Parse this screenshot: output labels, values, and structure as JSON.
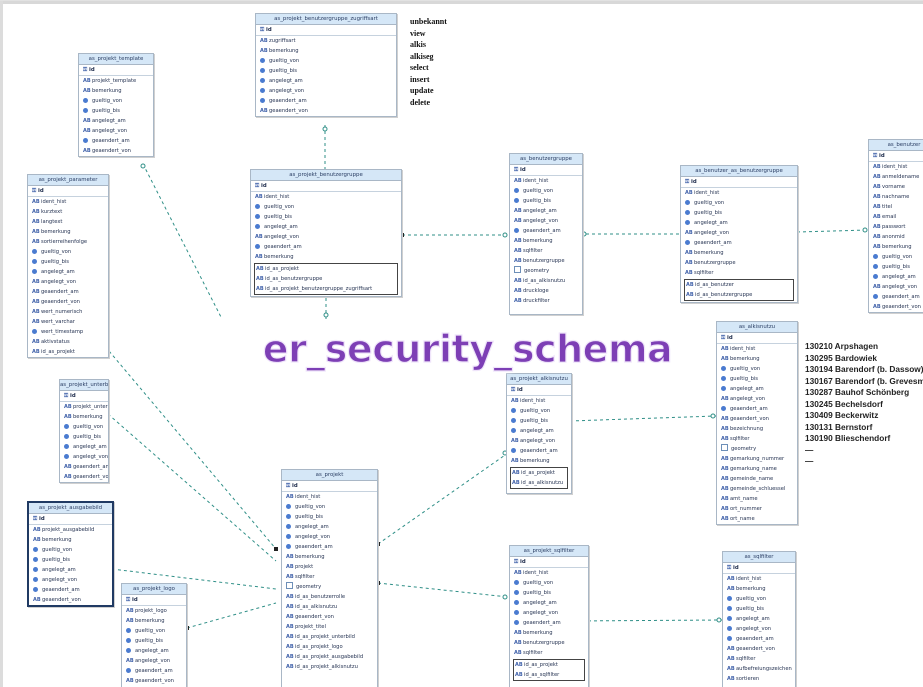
{
  "title": "er_security_schema",
  "permissions": [
    "unbekannt",
    "view",
    "alkis",
    "alkiseg",
    "select",
    "insert",
    "update",
    "delete"
  ],
  "places": [
    "130210 Arpshagen",
    "130295 Bardowiek",
    "130194 Barendorf (b. Dassow)",
    "130167 Barendorf (b. Grevesm",
    "130287 Bauhof Schönberg",
    "130245 Bechelsdorf",
    "130409 Beckerwitz",
    "130131 Bernstorf",
    "130190 Blieschendorf",
    "—",
    "—"
  ],
  "colors": {
    "title": "#7d3fb5",
    "entity_header": "#d5e7f7",
    "entity_border": "#a9b7c6",
    "link": "#2f8f87"
  },
  "entities": [
    {
      "name": "as_projekt_benutzergruppe_zugriffsart",
      "pk": "id",
      "fields": [
        [
          "sc",
          "zugriffsart"
        ],
        [
          "sc",
          "bemerkung"
        ],
        [
          "c",
          "gueltig_von"
        ],
        [
          "c",
          "gueltig_bis"
        ],
        [
          "c",
          "angelegt_am"
        ],
        [
          "c",
          "angelegt_von"
        ],
        [
          "c",
          "geaendert_am"
        ],
        [
          "sc",
          "geaendert_von"
        ]
      ],
      "fk": []
    },
    {
      "name": "as_projekt_template",
      "pk": "id",
      "fields": [
        [
          "sc",
          "projekt_template"
        ],
        [
          "sc",
          "bemerkung"
        ],
        [
          "c",
          "gueltig_von"
        ],
        [
          "c",
          "gueltig_bis"
        ],
        [
          "sc",
          "angelegt_am"
        ],
        [
          "sc",
          "angelegt_von"
        ],
        [
          "c",
          "geaendert_am"
        ],
        [
          "sc",
          "geaendert_von"
        ]
      ],
      "fk": []
    },
    {
      "name": "as_projekt_parameter",
      "pk": "id",
      "fields": [
        [
          "sc",
          "ident_hist"
        ],
        [
          "sc",
          "kurztext"
        ],
        [
          "sc",
          "langtext"
        ],
        [
          "sc",
          "bemerkung"
        ],
        [
          "sc",
          "sortierreihenfolge"
        ],
        [
          "c",
          "gueltig_von"
        ],
        [
          "c",
          "gueltig_bis"
        ],
        [
          "c",
          "angelegt_am"
        ],
        [
          "sc",
          "angelegt_von"
        ],
        [
          "sc",
          "geaendert_am"
        ],
        [
          "sc",
          "geaendert_von"
        ],
        [
          "sc",
          "wert_numerisch"
        ],
        [
          "sc",
          "wert_varchar"
        ],
        [
          "c",
          "wert_timestamp"
        ],
        [
          "sc",
          "aktivstatus"
        ],
        [
          "sc",
          "id_as_projekt"
        ]
      ],
      "fk": []
    },
    {
      "name": "as_projekt_benutzergruppe",
      "pk": "id",
      "fields": [
        [
          "sc",
          "ident_hist"
        ],
        [
          "c",
          "gueltig_von"
        ],
        [
          "c",
          "gueltig_bis"
        ],
        [
          "c",
          "angelegt_am"
        ],
        [
          "sc",
          "angelegt_von"
        ],
        [
          "c",
          "geaendert_am"
        ],
        [
          "sc",
          "bemerkung"
        ]
      ],
      "fk": [
        [
          "sc",
          "id_as_projekt"
        ],
        [
          "sc",
          "id_as_benutzergruppe"
        ],
        [
          "sc",
          "id_as_projekt_benutzergruppe_zugriffsart"
        ]
      ]
    },
    {
      "name": "as_benutzergruppe",
      "pk": "id",
      "fields": [
        [
          "sc",
          "ident_hist"
        ],
        [
          "c",
          "gueltig_von"
        ],
        [
          "c",
          "gueltig_bis"
        ],
        [
          "sc",
          "angelegt_am"
        ],
        [
          "sc",
          "angelegt_von"
        ],
        [
          "c",
          "geaendert_am"
        ],
        [
          "sc",
          "bemerkung"
        ],
        [
          "sc",
          "sqlfilter"
        ],
        [
          "sc",
          "benutzergruppe"
        ],
        [
          "g",
          "geometry"
        ],
        [
          "sc",
          "id_as_alkisnutzu"
        ],
        [
          "sc",
          "druckloge"
        ],
        [
          "sc",
          "druckfilter"
        ]
      ],
      "fk": []
    },
    {
      "name": "as_benutzer_as_benutzergruppe",
      "pk": "id",
      "fields": [
        [
          "sc",
          "ident_hist"
        ],
        [
          "c",
          "gueltig_von"
        ],
        [
          "c",
          "gueltig_bis"
        ],
        [
          "c",
          "angelegt_am"
        ],
        [
          "sc",
          "angelegt_von"
        ],
        [
          "c",
          "geaendert_am"
        ],
        [
          "sc",
          "bemerkung"
        ],
        [
          "sc",
          "benutzergruppe"
        ],
        [
          "sc",
          "sqlfilter"
        ]
      ],
      "fk": [
        [
          "sc",
          "id_as_benutzer"
        ],
        [
          "sc",
          "id_as_benutzergruppe"
        ]
      ]
    },
    {
      "name": "as_benutzer",
      "pk": "id",
      "fields": [
        [
          "sc",
          "ident_hist"
        ],
        [
          "sc",
          "anmeldename"
        ],
        [
          "sc",
          "vorname"
        ],
        [
          "sc",
          "nachname"
        ],
        [
          "sc",
          "titel"
        ],
        [
          "sc",
          "email"
        ],
        [
          "sc",
          "passwort"
        ],
        [
          "sc",
          "anonmid"
        ],
        [
          "sc",
          "bemerkung"
        ],
        [
          "c",
          "gueltig_von"
        ],
        [
          "c",
          "gueltig_bis"
        ],
        [
          "c",
          "angelegt_am"
        ],
        [
          "sc",
          "angelegt_von"
        ],
        [
          "c",
          "geaendert_am"
        ],
        [
          "sc",
          "geaendert_von"
        ]
      ],
      "fk": []
    },
    {
      "name": "as_alkisnutzu",
      "pk": "id",
      "fields": [
        [
          "sc",
          "ident_hist"
        ],
        [
          "sc",
          "bemerkung"
        ],
        [
          "c",
          "gueltig_von"
        ],
        [
          "c",
          "gueltig_bis"
        ],
        [
          "c",
          "angelegt_am"
        ],
        [
          "sc",
          "angelegt_von"
        ],
        [
          "c",
          "geaendert_am"
        ],
        [
          "sc",
          "geaendert_von"
        ],
        [
          "sc",
          "bezeichnung"
        ],
        [
          "sc",
          "sqlfilter"
        ],
        [
          "g",
          "geometry"
        ],
        [
          "sc",
          "gemarkung_nummer"
        ],
        [
          "sc",
          "gemarkung_name"
        ],
        [
          "sc",
          "gemeinde_name"
        ],
        [
          "sc",
          "gemeinde_schluessel"
        ],
        [
          "sc",
          "amt_name"
        ],
        [
          "sc",
          "ort_nummer"
        ],
        [
          "sc",
          "ort_name"
        ]
      ],
      "fk": []
    },
    {
      "name": "as_projekt_alkisnutzu",
      "pk": "id",
      "fields": [
        [
          "sc",
          "ident_hist"
        ],
        [
          "c",
          "gueltig_von"
        ],
        [
          "c",
          "gueltig_bis"
        ],
        [
          "c",
          "angelegt_am"
        ],
        [
          "sc",
          "angelegt_von"
        ],
        [
          "c",
          "geaendert_am"
        ],
        [
          "sc",
          "bemerkung"
        ]
      ],
      "fk": [
        [
          "sc",
          "id_as_projekt"
        ],
        [
          "sc",
          "id_as_alkisnutzu"
        ]
      ]
    },
    {
      "name": "as_projekt_unterbild",
      "pk": "id",
      "fields": [
        [
          "sc",
          "projekt_unterbild"
        ],
        [
          "sc",
          "bemerkung"
        ],
        [
          "c",
          "gueltig_von"
        ],
        [
          "c",
          "gueltig_bis"
        ],
        [
          "c",
          "angelegt_am"
        ],
        [
          "c",
          "angelegt_von"
        ],
        [
          "sc",
          "geaendert_am"
        ],
        [
          "sc",
          "geaendert_von"
        ]
      ],
      "fk": []
    },
    {
      "name": "as_projekt",
      "pk": "id",
      "fields": [
        [
          "sc",
          "ident_hist"
        ],
        [
          "c",
          "gueltig_von"
        ],
        [
          "c",
          "gueltig_bis"
        ],
        [
          "c",
          "angelegt_am"
        ],
        [
          "c",
          "angelegt_von"
        ],
        [
          "c",
          "geaendert_am"
        ],
        [
          "sc",
          "bemerkung"
        ],
        [
          "sc",
          "projekt"
        ],
        [
          "sc",
          "sqlfilter"
        ],
        [
          "g",
          "geometry"
        ],
        [
          "sc",
          "id_as_benutzerrolle"
        ],
        [
          "sc",
          "id_as_alkisnutzu"
        ],
        [
          "sc",
          "geaendert_von"
        ],
        [
          "sc",
          "projekt_titel"
        ],
        [
          "sc",
          "id_as_projekt_unterbild"
        ],
        [
          "sc",
          "id_as_projekt_logo"
        ],
        [
          "sc",
          "id_as_projekt_ausgabebild"
        ],
        [
          "sc",
          "id_as_projekt_alkisnutzu"
        ]
      ],
      "fk": []
    },
    {
      "name": "as_projekt_ausgabebild",
      "pk": "id",
      "fields": [
        [
          "sc",
          "projekt_ausgabebild"
        ],
        [
          "sc",
          "bemerkung"
        ],
        [
          "c",
          "gueltig_von"
        ],
        [
          "c",
          "gueltig_bis"
        ],
        [
          "c",
          "angelegt_am"
        ],
        [
          "c",
          "angelegt_von"
        ],
        [
          "c",
          "geaendert_am"
        ],
        [
          "sc",
          "geaendert_von"
        ]
      ],
      "fk": []
    },
    {
      "name": "as_projekt_logo",
      "pk": "id",
      "fields": [
        [
          "sc",
          "projekt_logo"
        ],
        [
          "sc",
          "bemerkung"
        ],
        [
          "c",
          "gueltig_von"
        ],
        [
          "c",
          "gueltig_bis"
        ],
        [
          "c",
          "angelegt_am"
        ],
        [
          "sc",
          "angelegt_von"
        ],
        [
          "c",
          "geaendert_am"
        ],
        [
          "sc",
          "geaendert_von"
        ]
      ],
      "fk": []
    },
    {
      "name": "as_projekt_sqlfilter",
      "pk": "id",
      "fields": [
        [
          "sc",
          "ident_hist"
        ],
        [
          "c",
          "gueltig_von"
        ],
        [
          "c",
          "gueltig_bis"
        ],
        [
          "c",
          "angelegt_am"
        ],
        [
          "c",
          "angelegt_von"
        ],
        [
          "c",
          "geaendert_am"
        ],
        [
          "sc",
          "bemerkung"
        ],
        [
          "sc",
          "benutzergruppe"
        ],
        [
          "sc",
          "sqlfilter"
        ]
      ],
      "fk": [
        [
          "sc",
          "id_as_projekt"
        ],
        [
          "sc",
          "id_as_sqlfilter"
        ]
      ]
    },
    {
      "name": "as_sqlfilter",
      "pk": "id",
      "fields": [
        [
          "sc",
          "ident_hist"
        ],
        [
          "sc",
          "bemerkung"
        ],
        [
          "c",
          "gueltig_von"
        ],
        [
          "c",
          "gueltig_bis"
        ],
        [
          "c",
          "angelegt_am"
        ],
        [
          "c",
          "angelegt_von"
        ],
        [
          "c",
          "geaendert_am"
        ],
        [
          "sc",
          "geaendert_von"
        ],
        [
          "sc",
          "sqlfilter"
        ],
        [
          "sc",
          "aufbefreiungszeichen"
        ],
        [
          "sc",
          "sortieren"
        ]
      ],
      "fk": []
    }
  ]
}
